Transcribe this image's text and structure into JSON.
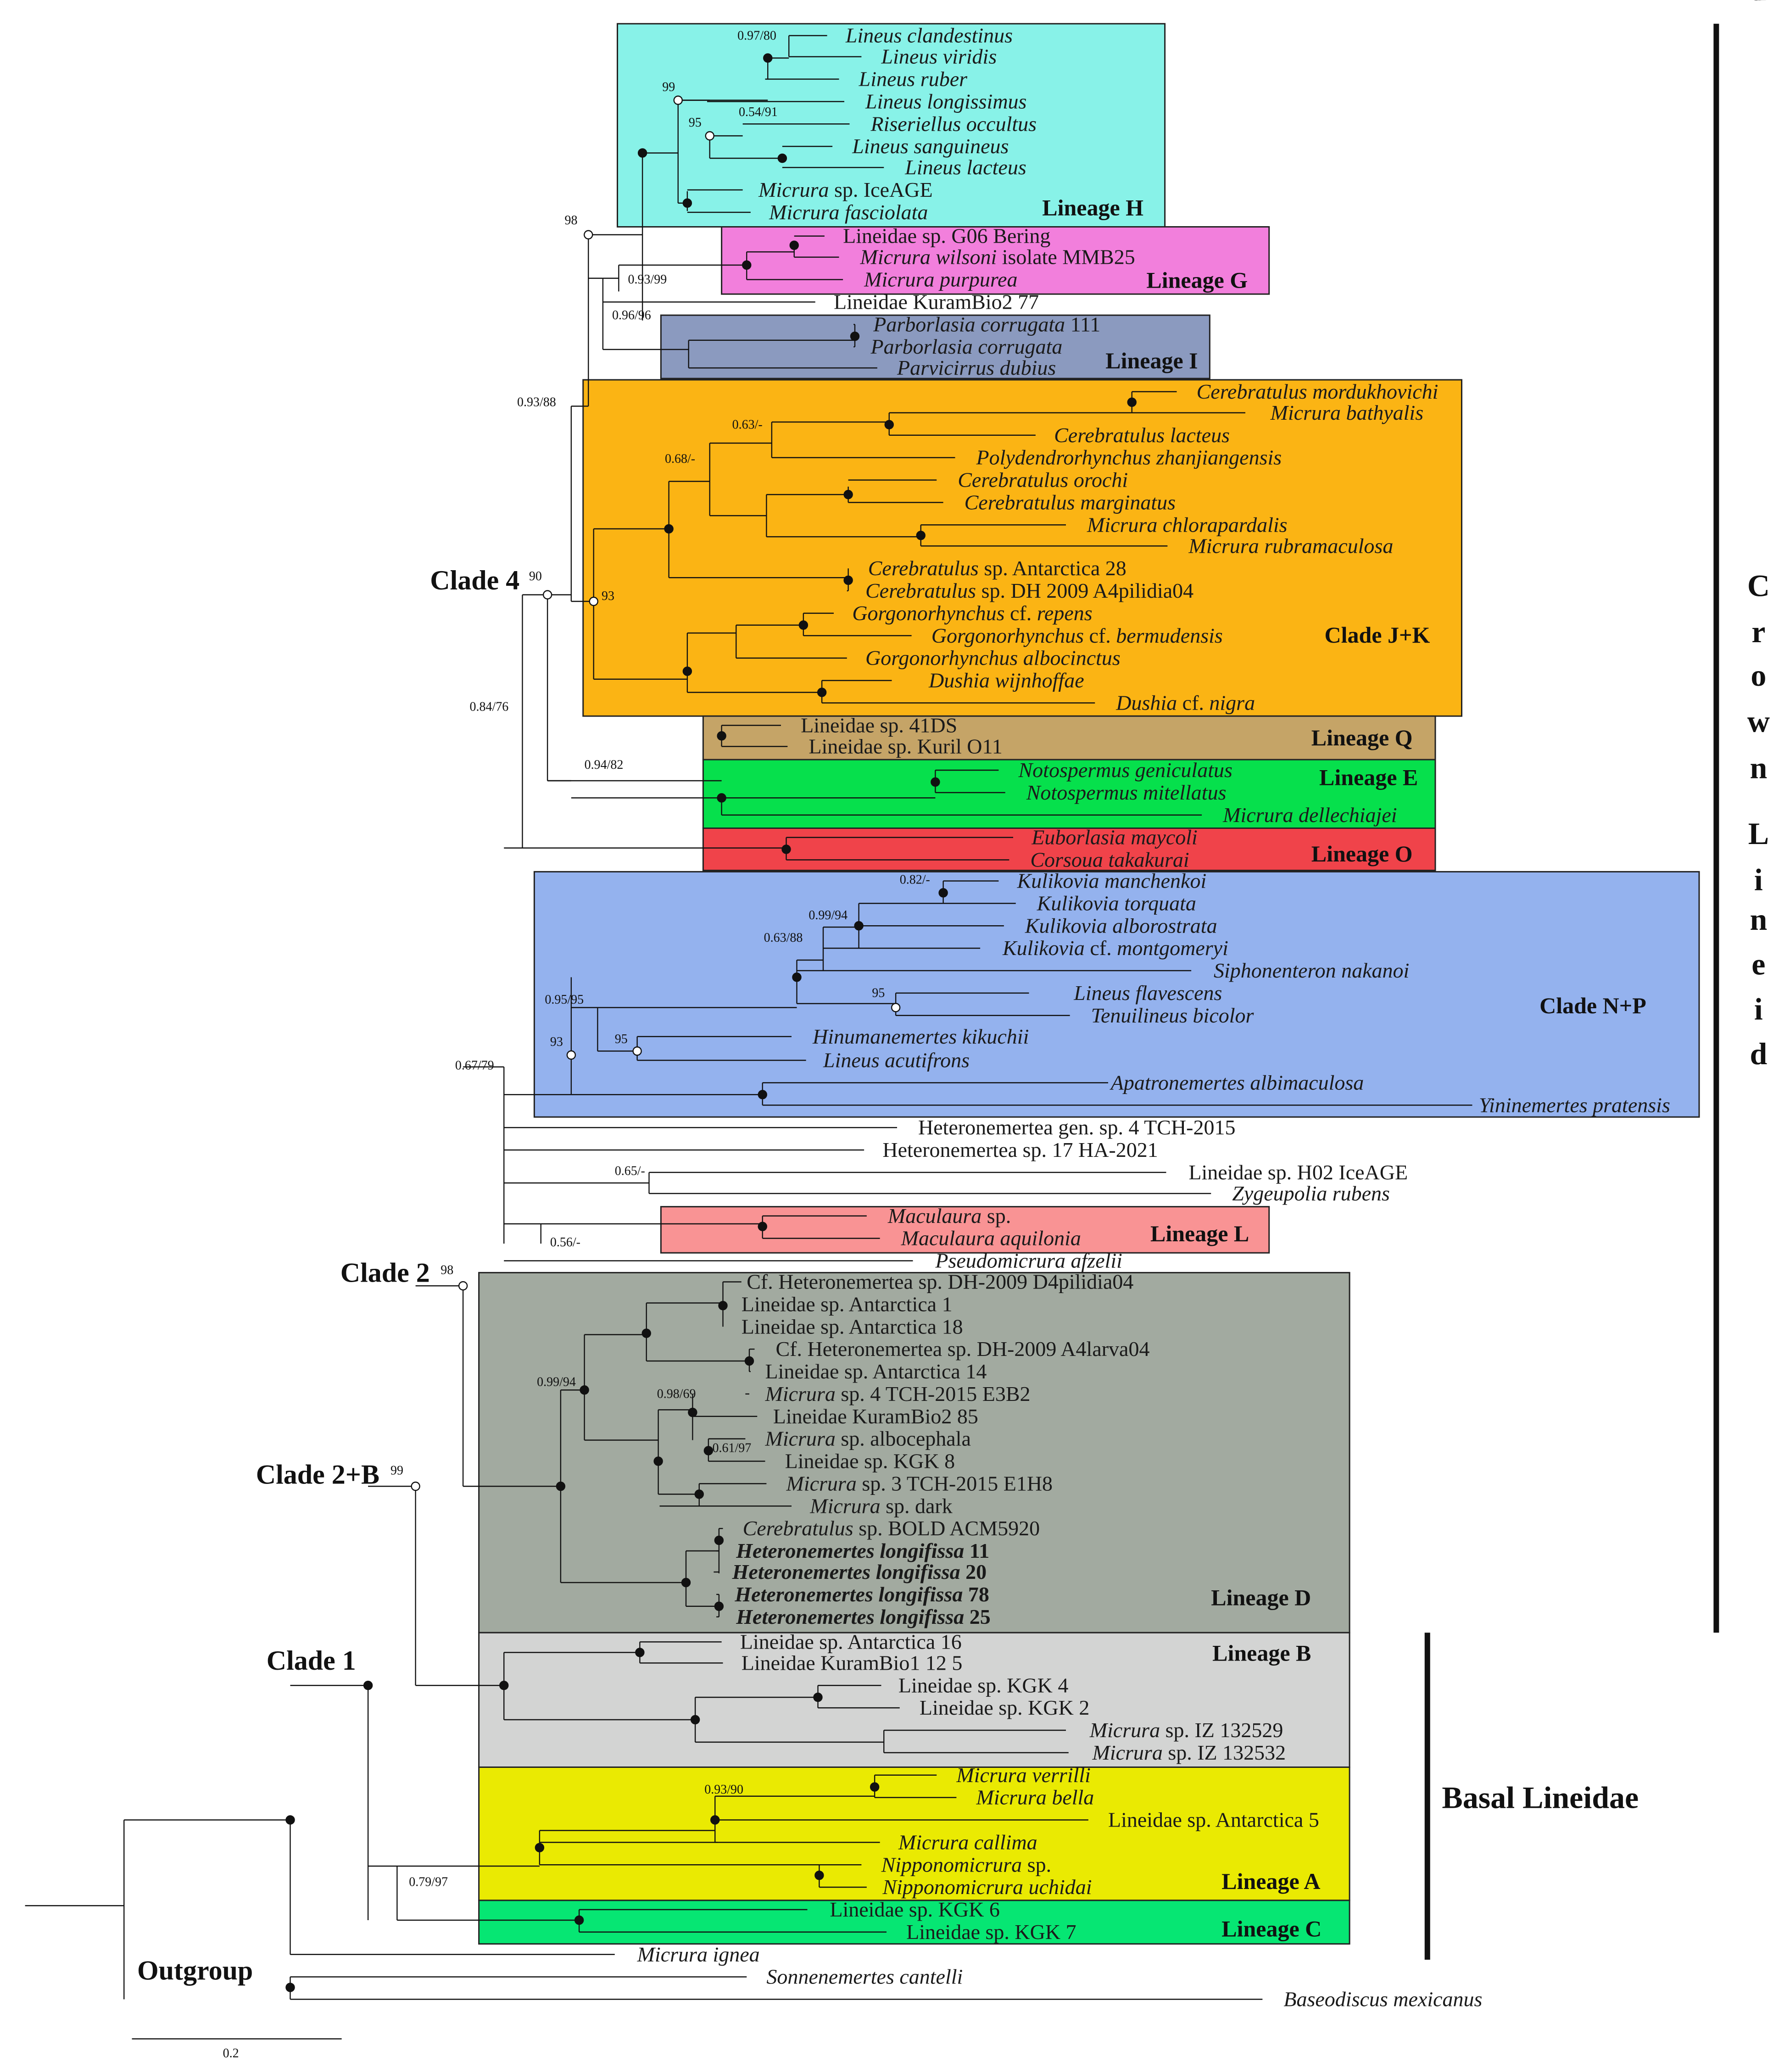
{
  "taxa": [
    {
      "html": "<tspan font-style='italic'>Lineus clandestinus</tspan>"
    },
    {
      "html": "<tspan font-style='italic'>Lineus viridis</tspan>"
    },
    {
      "html": "<tspan font-style='italic'>Lineus ruber</tspan>"
    },
    {
      "html": "<tspan font-style='italic'>Lineus longissimus</tspan>"
    },
    {
      "html": "<tspan font-style='italic'>Riseriellus occultus</tspan>"
    },
    {
      "html": "<tspan font-style='italic'>Lineus sanguineus</tspan>"
    },
    {
      "html": "<tspan font-style='italic'>Lineus lacteus</tspan>"
    },
    {
      "html": "<tspan font-style='italic'>Micrura</tspan> sp. IceAGE"
    },
    {
      "html": "<tspan font-style='italic'>Micrura fasciolata</tspan>"
    },
    {
      "html": "Lineidae sp. G06 Bering"
    },
    {
      "html": "<tspan font-style='italic'>Micrura wilsoni</tspan> isolate MMB25"
    },
    {
      "html": "<tspan font-style='italic'>Micrura purpurea</tspan>"
    },
    {
      "html": "Lineidae KuramBio2 77"
    },
    {
      "html": "<tspan font-style='italic'>Parborlasia corrugata</tspan> 111"
    },
    {
      "html": "<tspan font-style='italic'>Parborlasia corrugata</tspan>"
    },
    {
      "html": "<tspan font-style='italic'>Parvicirrus dubius</tspan>"
    },
    {
      "html": "<tspan font-style='italic'>Cerebratulus mordukhovichi</tspan>"
    },
    {
      "html": "<tspan font-style='italic'>Micrura bathyalis</tspan>"
    },
    {
      "html": "<tspan font-style='italic'>Cerebratulus lacteus</tspan>"
    },
    {
      "html": "<tspan font-style='italic'>Polydendrorhynchus zhanjiangensis</tspan>"
    },
    {
      "html": "<tspan font-style='italic'>Cerebratulus orochi</tspan>"
    },
    {
      "html": "<tspan font-style='italic'>Cerebratulus marginatus</tspan>"
    },
    {
      "html": "<tspan font-style='italic'>Micrura chlorapardalis</tspan>"
    },
    {
      "html": "<tspan font-style='italic'>Micrura rubramaculosa</tspan>"
    },
    {
      "html": "<tspan font-style='italic'>Cerebratulus</tspan> sp. Antarctica 28"
    },
    {
      "html": "<tspan font-style='italic'>Cerebratulus</tspan> sp. DH 2009 A4pilidia04"
    },
    {
      "html": "<tspan font-style='italic'>Gorgonorhynchus</tspan> cf. <tspan font-style='italic'>repens</tspan>"
    },
    {
      "html": "<tspan font-style='italic'>Gorgonorhynchus</tspan> cf. <tspan font-style='italic'>bermudensis</tspan>"
    },
    {
      "html": "<tspan font-style='italic'>Gorgonorhynchus albocinctus</tspan>"
    },
    {
      "html": "<tspan font-style='italic'>Dushia wijnhoffae</tspan>"
    },
    {
      "html": "<tspan font-style='italic'>Dushia</tspan> cf. <tspan font-style='italic'>nigra</tspan>"
    },
    {
      "html": "Lineidae sp. 41DS"
    },
    {
      "html": "Lineidae sp. Kuril O11"
    },
    {
      "html": "<tspan font-style='italic'>Notospermus geniculatus</tspan>"
    },
    {
      "html": "<tspan font-style='italic'>Notospermus mitellatus</tspan>"
    },
    {
      "html": "<tspan font-style='italic'>Micrura dellechiajei</tspan>"
    },
    {
      "html": "<tspan font-style='italic'>Euborlasia maycoli</tspan>"
    },
    {
      "html": "<tspan font-style='italic'>Corsoua takakurai</tspan>"
    },
    {
      "html": "<tspan font-style='italic'>Kulikovia manchenkoi</tspan>"
    },
    {
      "html": "<tspan font-style='italic'>Kulikovia torquata</tspan>"
    },
    {
      "html": "<tspan font-style='italic'>Kulikovia alborostrata</tspan>"
    },
    {
      "html": "<tspan font-style='italic'>Kulikovia</tspan> cf. <tspan font-style='italic'>montgomeryi</tspan>"
    },
    {
      "html": "<tspan font-style='italic'>Siphonenteron nakanoi</tspan>"
    },
    {
      "html": "<tspan font-style='italic'>Lineus flavescens</tspan>"
    },
    {
      "html": "<tspan font-style='italic'>Tenuilineus bicolor</tspan>"
    },
    {
      "html": "<tspan font-style='italic'>Hinumanemertes kikuchii</tspan>"
    },
    {
      "html": "<tspan font-style='italic'>Lineus acutifrons</tspan>"
    },
    {
      "html": "<tspan font-style='italic'>Apatronemertes albimaculosa</tspan>"
    },
    {
      "html": "<tspan font-style='italic'>Yininemertes pratensis</tspan>"
    },
    {
      "html": "Heteronemertea gen. sp. 4 TCH-2015"
    },
    {
      "html": "Heteronemertea sp. 17 HA-2021"
    },
    {
      "html": "Lineidae sp. H02 IceAGE"
    },
    {
      "html": "<tspan font-style='italic'>Zygeupolia rubens</tspan>"
    },
    {
      "html": "<tspan font-style='italic'>Maculaura</tspan> sp."
    },
    {
      "html": "<tspan font-style='italic'>Maculaura aquilonia</tspan>"
    },
    {
      "html": "<tspan font-style='italic'>Pseudomicrura afzelii</tspan>"
    },
    {
      "html": "Cf. Heteronemertea sp. DH-2009 D4pilidia04"
    },
    {
      "html": "Lineidae sp. Antarctica 1"
    },
    {
      "html": "Lineidae sp. Antarctica 18"
    },
    {
      "html": "Cf. Heteronemertea sp. DH-2009 A4larva04"
    },
    {
      "html": "Lineidae sp. Antarctica 14"
    },
    {
      "html": "<tspan font-style='italic'>Micrura</tspan> sp. 4 TCH-2015 E3B2"
    },
    {
      "html": "Lineidae KuramBio2 85"
    },
    {
      "html": "<tspan font-style='italic'>Micrura</tspan> sp. albocephala"
    },
    {
      "html": "Lineidae sp. KGK 8"
    },
    {
      "html": "<tspan font-style='italic'>Micrura</tspan> sp. 3 TCH-2015 E1H8"
    },
    {
      "html": "<tspan font-style='italic'>Micrura</tspan> sp. dark"
    },
    {
      "html": "<tspan font-style='italic'>Cerebratulus</tspan> sp. BOLD ACM5920"
    },
    {
      "html": "<tspan font-weight='bold' font-style='italic'>Heteronemertes longifissa</tspan><tspan font-weight='bold'> 11</tspan>"
    },
    {
      "html": "<tspan font-weight='bold' font-style='italic'>Heteronemertes longifissa</tspan><tspan font-weight='bold'> 20</tspan>"
    },
    {
      "html": "<tspan font-weight='bold' font-style='italic'>Heteronemertes longifissa</tspan><tspan font-weight='bold'> 78</tspan>"
    },
    {
      "html": "<tspan font-weight='bold' font-style='italic'>Heteronemertes longifissa</tspan><tspan font-weight='bold'> 25</tspan>"
    },
    {
      "html": "Lineidae sp. Antarctica 16"
    },
    {
      "html": "Lineidae KuramBio1 12 5"
    },
    {
      "html": "Lineidae sp. KGK 4"
    },
    {
      "html": "Lineidae sp. KGK 2"
    },
    {
      "html": "<tspan font-style='italic'>Micrura</tspan> sp. IZ 132529"
    },
    {
      "html": "<tspan font-style='italic'>Micrura</tspan> sp. IZ 132532"
    },
    {
      "html": "<tspan font-style='italic'>Micrura verrilli</tspan>"
    },
    {
      "html": "<tspan font-style='italic'>Micrura bella</tspan>"
    },
    {
      "html": "Lineidae sp. Antarctica 5"
    },
    {
      "html": "<tspan font-style='italic'>Micrura callima</tspan>"
    },
    {
      "html": "<tspan font-style='italic'>Nipponomicrura</tspan> sp."
    },
    {
      "html": "<tspan font-style='italic'>Nipponomicrura uchidai</tspan>"
    },
    {
      "html": "Lineidae sp. KGK 6"
    },
    {
      "html": "Lineidae sp. KGK 7"
    },
    {
      "html": "<tspan font-style='italic'>Micrura ignea</tspan>"
    },
    {
      "html": "<tspan font-style='italic'>Sonnenemertes cantelli</tspan>"
    },
    {
      "html": "<tspan font-style='italic'>Baseodiscus mexicanus</tspan>"
    }
  ],
  "groups": [
    {
      "label": "Lineage H",
      "color": "#88f2e8"
    },
    {
      "label": "Lineage G",
      "color": "#f27fdc"
    },
    {
      "label": "Lineage I",
      "color": "#8b9abf"
    },
    {
      "label": "Clade J+K",
      "color": "#fbb414"
    },
    {
      "label": "Lineage Q",
      "color": "#c5a467"
    },
    {
      "label": "Lineage E",
      "color": "#06e04c"
    },
    {
      "label": "Lineage O",
      "color": "#f0434a"
    },
    {
      "label": "Clade N+P",
      "color": "#94b2ee"
    },
    {
      "label": "Lineage L",
      "color": "#f99394"
    },
    {
      "label": "Lineage D",
      "color": "#a2aaa0"
    },
    {
      "label": "Lineage B",
      "color": "#d3d4d3"
    },
    {
      "label": "Lineage A",
      "color": "#eaea02"
    },
    {
      "label": "Lineage C",
      "color": "#06e673"
    }
  ],
  "supports": [
    "0.97/80",
    "99",
    "0.54/91",
    "95",
    "98",
    "0.93/99",
    "0.96/96",
    "0.93/88",
    "0.63/-",
    "0.68/-",
    "93",
    "90",
    "0.84/76",
    "0.94/82",
    "0.82/-",
    "0.99/94",
    "0.63/88",
    "95",
    "0.95/95",
    "95",
    "93",
    "0.67/79",
    "0.65/-",
    "0.56/-",
    "98",
    "0.99/94",
    "0.98/69",
    "0.61/97",
    "99",
    "0.93/90",
    "0.79/97"
  ],
  "clades": [
    "Clade 4",
    "Clade 2",
    "Clade 2+B",
    "Clade 1",
    "Outgroup"
  ],
  "side_labels": {
    "crown": "Crown Lineidae",
    "basal": "Basal Lineidae"
  },
  "scale": {
    "label": "0.2"
  }
}
